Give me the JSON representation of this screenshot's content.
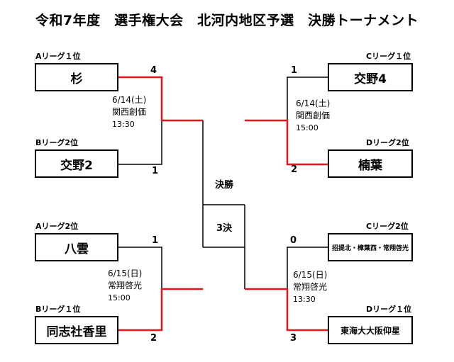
{
  "title": "令和7年度　選手権大会　北河内地区予選　決勝トーナメント",
  "left": {
    "match1": {
      "top": {
        "seed": "Aリーグ１位",
        "team": "杉",
        "score": "4"
      },
      "bottom": {
        "seed": "Bリーグ2位",
        "team": "交野2",
        "score": "1"
      },
      "date": "6/14(土)",
      "venue": "関西創価",
      "time": "13:30"
    },
    "match2": {
      "top": {
        "seed": "Aリーグ2位",
        "team": "八雲",
        "score": "1"
      },
      "bottom": {
        "seed": "Bリーグ１位",
        "team": "同志社香里",
        "score": "2"
      },
      "date": "6/15(日)",
      "venue": "常翔啓光",
      "time": "15:00"
    }
  },
  "right": {
    "match1": {
      "top": {
        "seed": "Cリーグ１位",
        "team": "交野4",
        "score": "1"
      },
      "bottom": {
        "seed": "Dリーグ2位",
        "team": "楠葉",
        "score": "2"
      },
      "date": "6/14(土)",
      "venue": "関西創価",
      "time": "15:00"
    },
    "match2": {
      "top": {
        "seed": "Cリーグ2位",
        "team": "招提北・樟葉西・常翔啓光",
        "score": "0"
      },
      "bottom": {
        "seed": "Dリーグ１位",
        "team": "東海大大阪仰星",
        "score": "3"
      },
      "date": "6/15(日)",
      "venue": "常翔啓光",
      "time": "13:30"
    }
  },
  "center": {
    "final_label": "決勝",
    "third_label": "3決"
  },
  "colors": {
    "winner_line": "#e8141c",
    "line": "#000000"
  }
}
